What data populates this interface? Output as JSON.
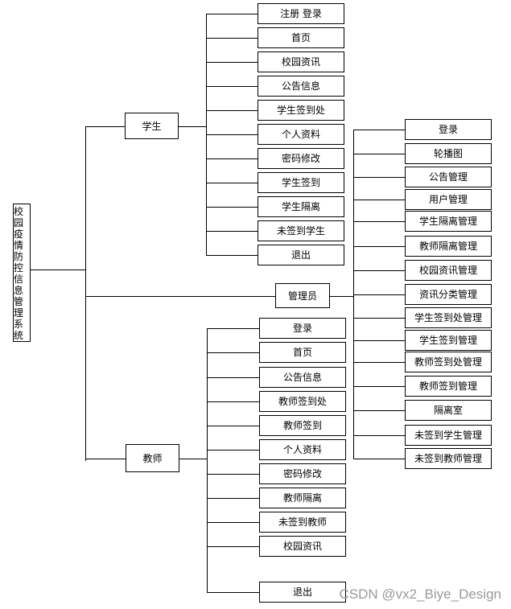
{
  "root": "校园疫情防控信息管理系统",
  "groups": [
    {
      "id": "student",
      "label": "学生",
      "items": [
        "注册 登录",
        "首页",
        "校园资讯",
        "公告信息",
        "学生签到处",
        "个人资料",
        "密码修改",
        "学生签到",
        "学生隔离",
        "未签到学生",
        "退出"
      ]
    },
    {
      "id": "admin",
      "label": "管理员",
      "items": [
        "登录",
        "轮播图",
        "公告管理",
        "用户管理",
        "学生隔离管理",
        "教师隔离管理",
        "校园资讯管理",
        "资讯分类管理",
        "学生签到处管理",
        "学生签到管理",
        "教师签到处管理",
        "教师签到管理",
        "隔离室",
        "未签到学生管理",
        "未签到教师管理"
      ]
    },
    {
      "id": "teacher",
      "label": "教师",
      "items": [
        "登录",
        "首页",
        "公告信息",
        "教师签到处",
        "教师签到",
        "个人资料",
        "密码修改",
        "教师隔离",
        "未签到教师",
        "校园资讯",
        "退出"
      ]
    }
  ],
  "watermark": "CSDN @vx2_Biye_Design"
}
